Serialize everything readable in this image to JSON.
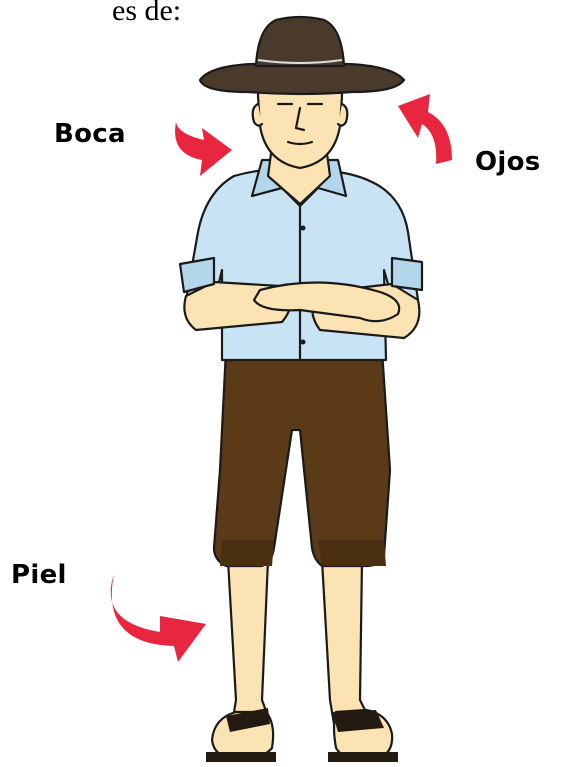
{
  "fragment_text": "es de:",
  "labels": {
    "boca": "Boca",
    "ojos": "Ojos",
    "piel": "Piel"
  },
  "colors": {
    "arrow": "#e8263f",
    "shirt": "#c8e4f4",
    "pants": "#5a3a17",
    "hat": "#4a3a2c",
    "skin": "#fbe3b4",
    "sandal": "#231a12",
    "outline": "#1a1a1a"
  },
  "icons": [
    "curved-arrow-icon"
  ]
}
